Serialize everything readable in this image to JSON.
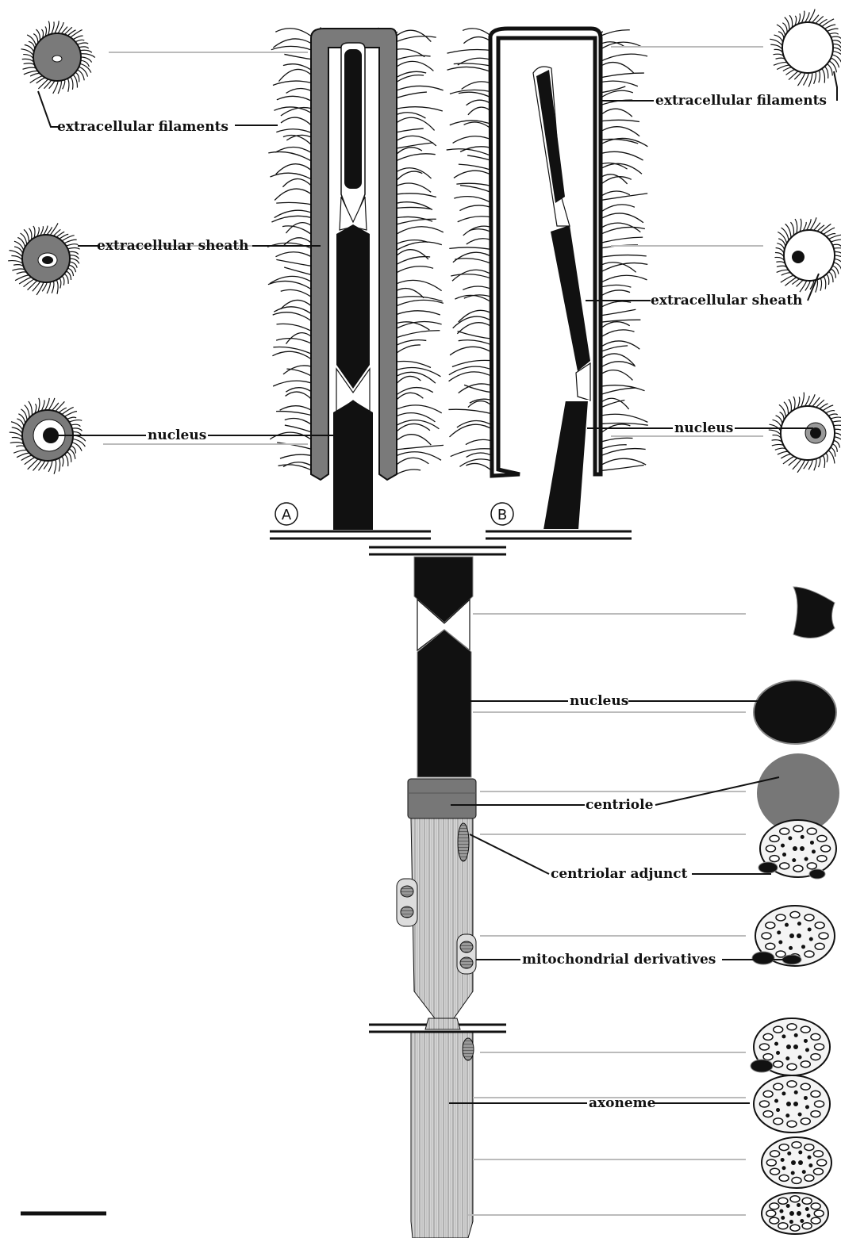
{
  "panel_a": {
    "letter": "A",
    "labels": {
      "filaments": "extracellular filaments",
      "sheath": "extracellular sheath",
      "nucleus": "nucleus"
    }
  },
  "panel_b": {
    "letter": "B",
    "labels": {
      "filaments": "extracellular filaments",
      "sheath": "extracellular sheath",
      "nucleus": "nucleus"
    }
  },
  "lower": {
    "labels": {
      "nucleus": "nucleus",
      "centriole": "centriole",
      "centriolar_adjunct": "centriolar adjunct",
      "mito": "mitochondrial derivatives",
      "axoneme": "axoneme"
    }
  },
  "colors": {
    "ink": "#111111",
    "sheath_gray": "#7a7a7a",
    "centriole_gray": "#777777",
    "axoneme_gray": "#cfcfcf",
    "guide_gray": "#bbbbbb"
  }
}
